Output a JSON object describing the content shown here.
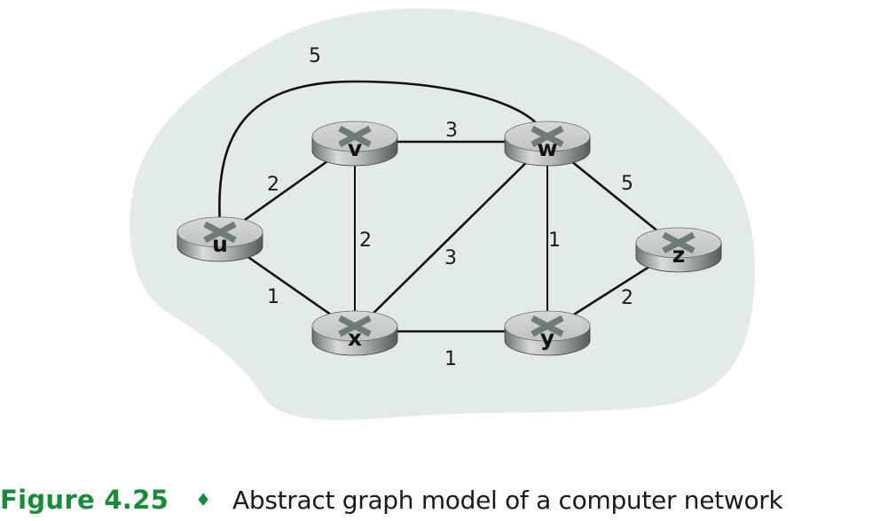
{
  "colors": {
    "cloud_fill": "#e3ebe8",
    "edge_stroke": "#111111",
    "caption_accent": "#1b8a3a",
    "router_top": "#c9cccb",
    "router_side_light": "#d8dbd9",
    "router_side_dark": "#5e6462",
    "router_x_mark": "#6e7b76"
  },
  "graph": {
    "nodes": [
      {
        "id": "u",
        "label": "u",
        "icon": "router-icon"
      },
      {
        "id": "v",
        "label": "v",
        "icon": "router-icon"
      },
      {
        "id": "w",
        "label": "w",
        "icon": "router-icon"
      },
      {
        "id": "x",
        "label": "x",
        "icon": "router-icon"
      },
      {
        "id": "y",
        "label": "y",
        "icon": "router-icon"
      },
      {
        "id": "z",
        "label": "z",
        "icon": "router-icon"
      }
    ],
    "edges": [
      {
        "from": "u",
        "to": "w",
        "cost": "5"
      },
      {
        "from": "u",
        "to": "v",
        "cost": "2"
      },
      {
        "from": "u",
        "to": "x",
        "cost": "1"
      },
      {
        "from": "v",
        "to": "w",
        "cost": "3"
      },
      {
        "from": "v",
        "to": "x",
        "cost": "2"
      },
      {
        "from": "x",
        "to": "w",
        "cost": "3"
      },
      {
        "from": "x",
        "to": "y",
        "cost": "1"
      },
      {
        "from": "w",
        "to": "y",
        "cost": "1"
      },
      {
        "from": "w",
        "to": "z",
        "cost": "5"
      },
      {
        "from": "y",
        "to": "z",
        "cost": "2"
      }
    ]
  },
  "caption": {
    "figure_number": "Figure 4.25",
    "separator": "♦",
    "text": "Abstract graph model of a computer network"
  }
}
